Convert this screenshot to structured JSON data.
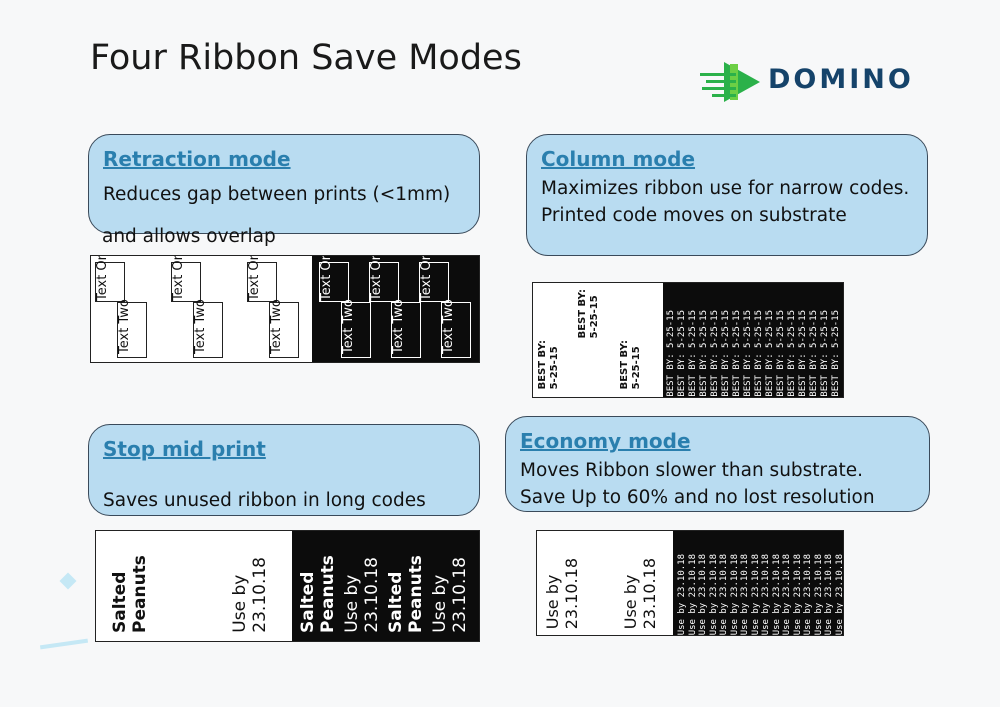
{
  "page": {
    "title": "Four Ribbon Save Modes"
  },
  "logo": {
    "brand": "DOMINO",
    "icon": "domino-arrow-logo-icon",
    "color": "#15436a"
  },
  "colors": {
    "card_fill": "#b9dcf1",
    "card_title": "#2a7fae",
    "ink": "#0c0c0c"
  },
  "modes": {
    "retraction": {
      "title": "Retraction mode",
      "line1": "Reduces gap between prints (<1mm)",
      "line2": "and allows overlap",
      "stamp": {
        "text_one": "Text One",
        "text_two": "Text Two"
      }
    },
    "column": {
      "title": "Column mode",
      "line1": "Maximizes ribbon use for narrow codes.",
      "line2": "Printed code moves on substrate",
      "stamp": {
        "label": "BEST BY:",
        "date": "5-25-15"
      }
    },
    "stop": {
      "title": "Stop mid print",
      "line1": "Saves unused ribbon in long codes",
      "stamp": {
        "product": "Salted Peanuts",
        "use_by": "Use by",
        "date": "23.10.18"
      }
    },
    "economy": {
      "title": "Economy mode",
      "line1": "Moves Ribbon slower than substrate.",
      "line2": "Save Up to 60% and no lost resolution",
      "stamp": {
        "use_by": "Use by",
        "date": "23.10.18"
      }
    }
  }
}
